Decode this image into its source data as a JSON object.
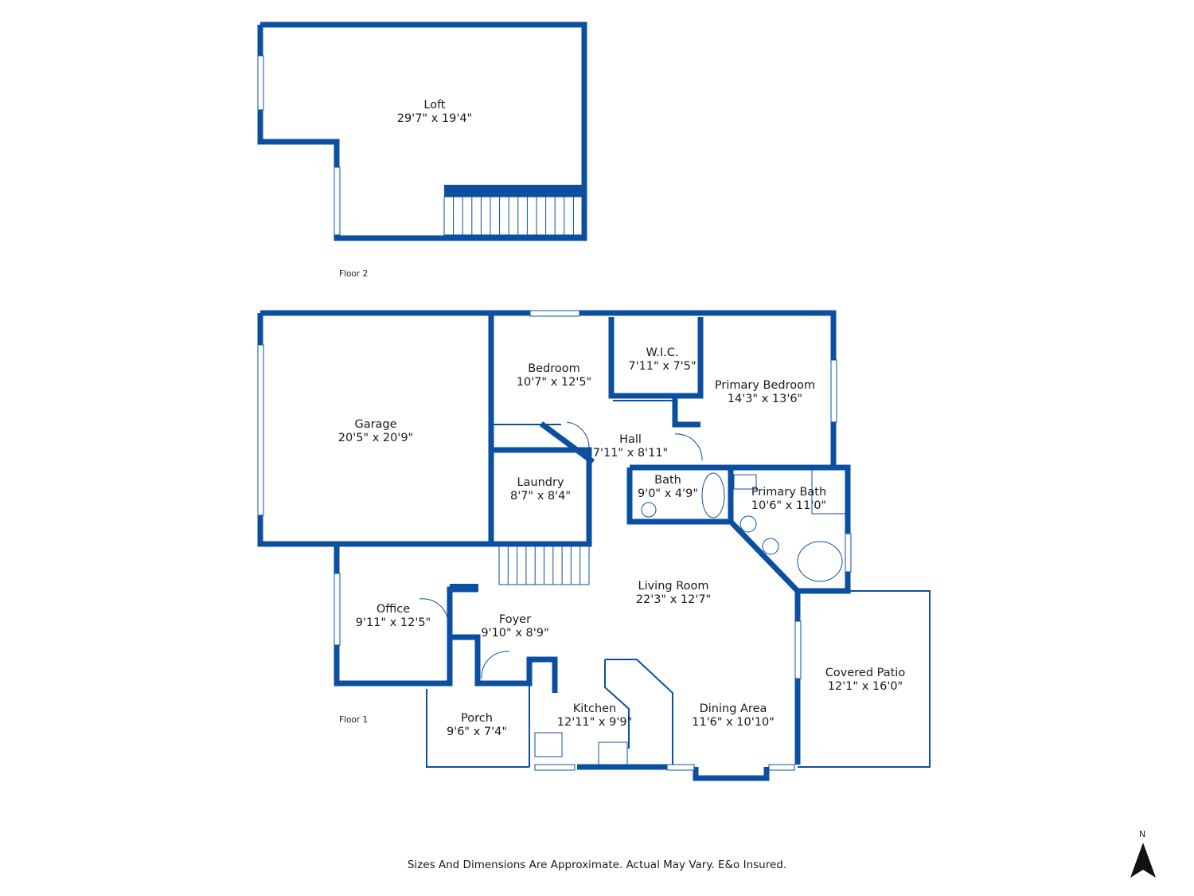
{
  "floors": [
    {
      "id": "floor-2",
      "label": "Floor 2"
    },
    {
      "id": "floor-1",
      "label": "Floor 1"
    }
  ],
  "rooms": [
    {
      "id": "loft",
      "name": "Loft",
      "dims": "29'7\" x 19'4\""
    },
    {
      "id": "garage",
      "name": "Garage",
      "dims": "20'5\" x 20'9\""
    },
    {
      "id": "bedroom",
      "name": "Bedroom",
      "dims": "10'7\" x 12'5\""
    },
    {
      "id": "wic",
      "name": "W.I.C.",
      "dims": "7'11\" x 7'5\""
    },
    {
      "id": "primary-bedroom",
      "name": "Primary Bedroom",
      "dims": "14'3\" x 13'6\""
    },
    {
      "id": "hall",
      "name": "Hall",
      "dims": "7'11\" x 8'11\""
    },
    {
      "id": "laundry",
      "name": "Laundry",
      "dims": "8'7\" x 8'4\""
    },
    {
      "id": "bath",
      "name": "Bath",
      "dims": "9'0\" x 4'9\""
    },
    {
      "id": "primary-bath",
      "name": "Primary Bath",
      "dims": "10'6\" x 11'0\""
    },
    {
      "id": "living-room",
      "name": "Living Room",
      "dims": "22'3\" x 12'7\""
    },
    {
      "id": "office",
      "name": "Office",
      "dims": "9'11\" x 12'5\""
    },
    {
      "id": "foyer",
      "name": "Foyer",
      "dims": "9'10\" x 8'9\""
    },
    {
      "id": "covered-patio",
      "name": "Covered Patio",
      "dims": "12'1\" x 16'0\""
    },
    {
      "id": "porch",
      "name": "Porch",
      "dims": "9'6\" x 7'4\""
    },
    {
      "id": "kitchen",
      "name": "Kitchen",
      "dims": "12'11\" x 9'9\""
    },
    {
      "id": "dining-area",
      "name": "Dining Area",
      "dims": "11'6\" x 10'10\""
    }
  ],
  "disclaimer": "Sizes And Dimensions Are Approximate. Actual May Vary. E&o Insured.",
  "compass": {
    "letter": "N"
  },
  "colors": {
    "wall": "#0b4fa0",
    "window": "#c9d6e6",
    "text": "#1a1a1a"
  }
}
